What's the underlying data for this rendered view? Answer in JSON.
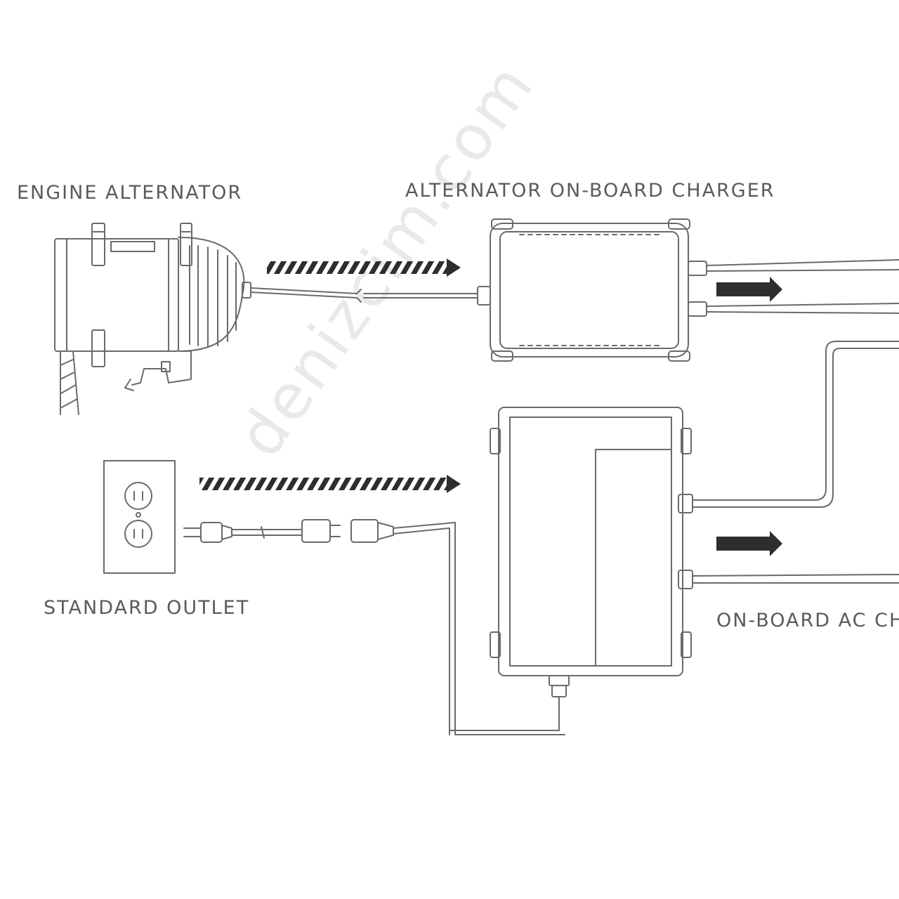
{
  "labels": {
    "engine_alternator": "ENGINE ALTERNATOR",
    "alternator_charger": "ALTERNATOR ON-BOARD CHARGER",
    "standard_outlet": "STANDARD OUTLET",
    "onboard_ac_charger": "ON-BOARD AC CH"
  },
  "watermark": "denizcim.com",
  "colors": {
    "line": "#6a6a6a",
    "label": "#5a5a5a",
    "arrow": "#2e2e2e",
    "watermark": "#e9e9e9"
  }
}
